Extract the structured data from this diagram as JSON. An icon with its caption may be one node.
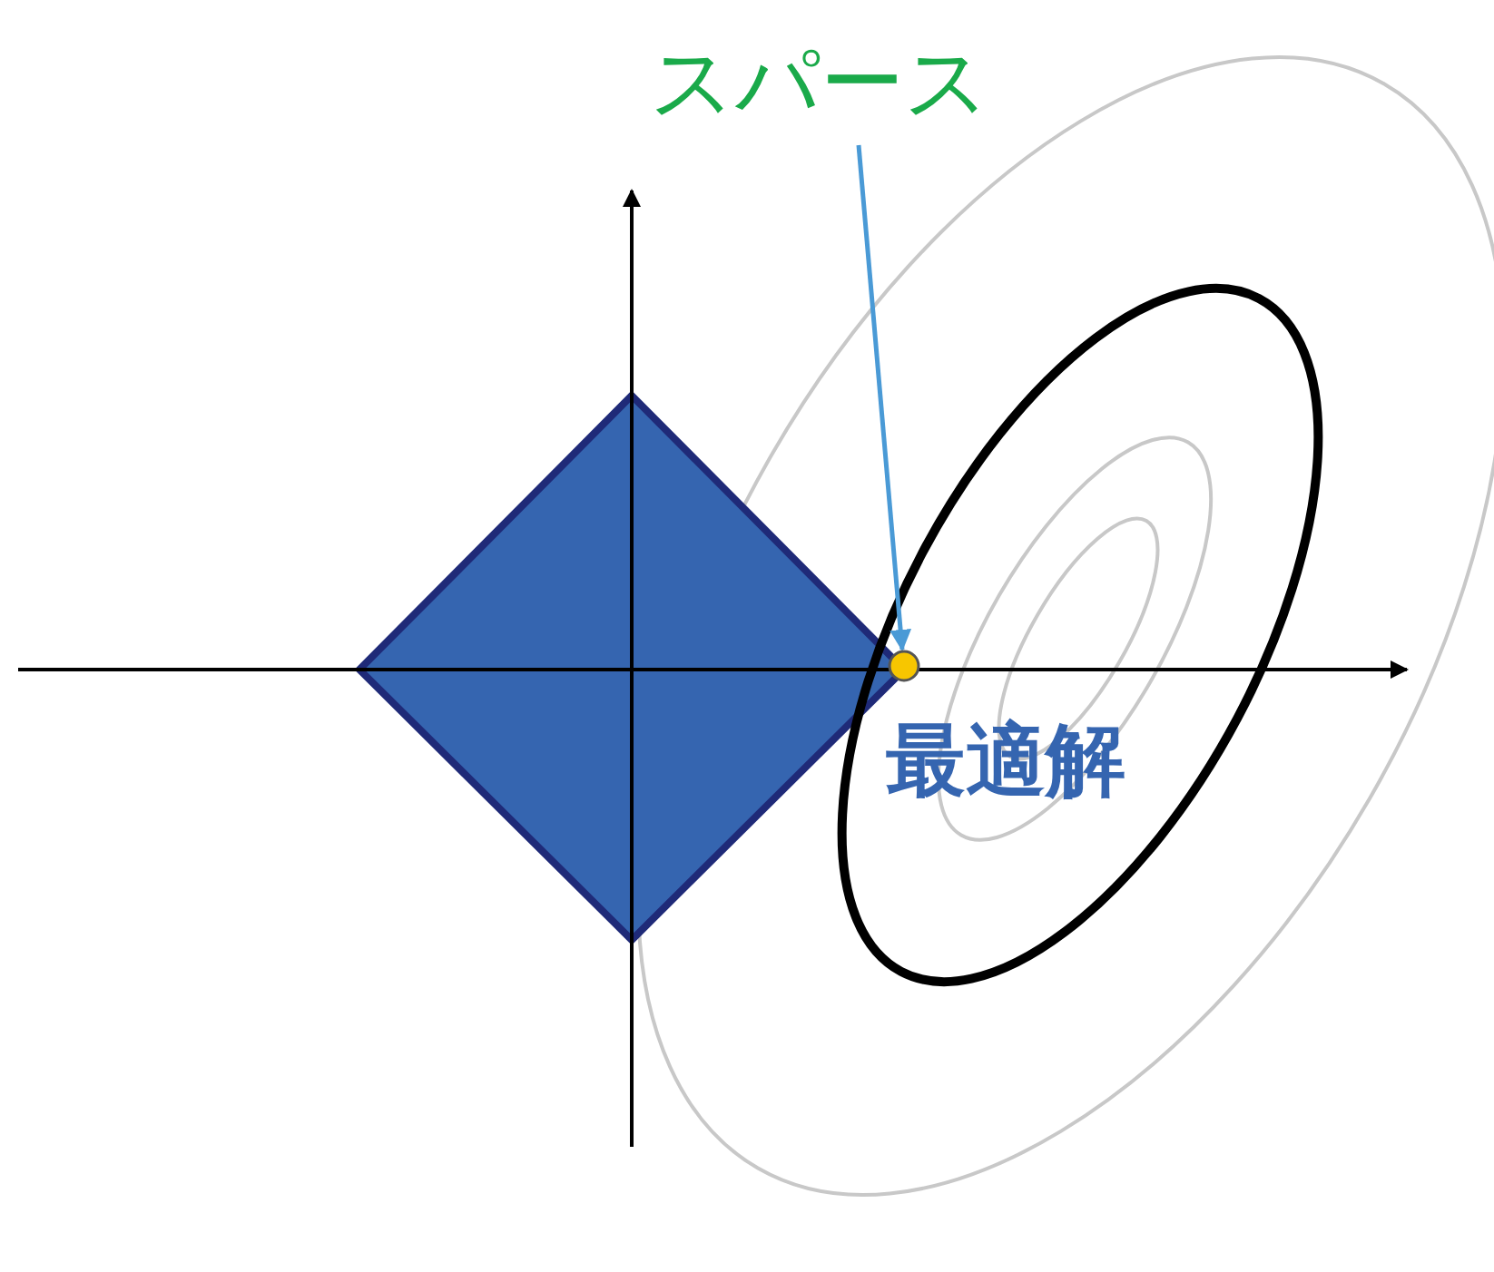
{
  "diagram": {
    "nodes": [
      {
        "text": [
          "スパース"
        ]
      },
      {
        "text": [],
        "shape": "circle"
      }
    ],
    "edges": [
      {
        "from": 0,
        "to": 1,
        "arrow": "to",
        "color": "#4a9ad6"
      }
    ],
    "labels": [
      "最適解"
    ]
  }
}
